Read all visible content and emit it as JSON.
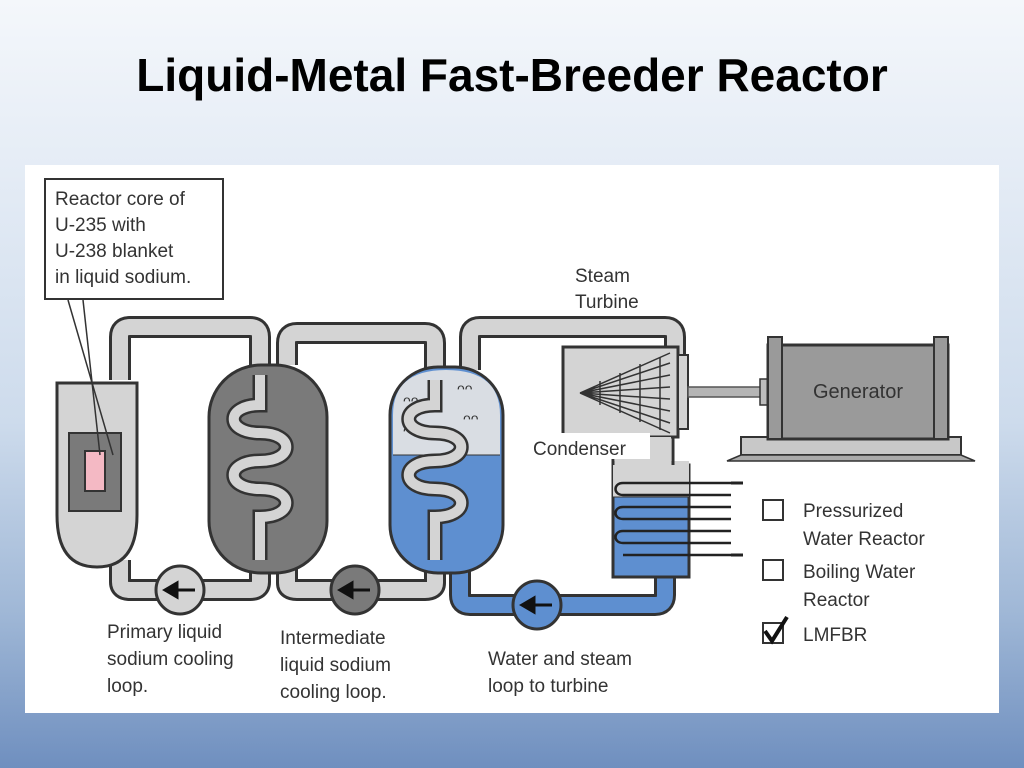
{
  "slide": {
    "title": "Liquid-Metal Fast-Breeder Reactor"
  },
  "labels": {
    "core_line1": "Reactor core of",
    "core_line2": "U-235 with",
    "core_line3": "U-238 blanket",
    "core_line4": "in liquid sodium.",
    "steam_turbine_line1": "Steam",
    "steam_turbine_line2": "Turbine",
    "generator": "Generator",
    "condenser": "Condenser",
    "primary_line1": "Primary liquid",
    "primary_line2": "sodium cooling",
    "primary_line3": "loop.",
    "intermediate_line1": "Intermediate",
    "intermediate_line2": "liquid sodium",
    "intermediate_line3": "cooling loop.",
    "water_line1": "Water and steam",
    "water_line2": "loop to turbine"
  },
  "legend": {
    "items": [
      {
        "line1": "Pressurized",
        "line2": "Water Reactor",
        "checked": false
      },
      {
        "line1": "Boiling Water",
        "line2": "Reactor",
        "checked": false
      },
      {
        "line1": "LMFBR",
        "line2": "",
        "checked": true
      }
    ]
  },
  "colors": {
    "pipe_fill": "#d4d4d4",
    "pipe_outline": "#333333",
    "vessel_gray": "#7a7a7a",
    "water_blue": "#5e8fd0",
    "core_pink": "#f4b9c4"
  }
}
